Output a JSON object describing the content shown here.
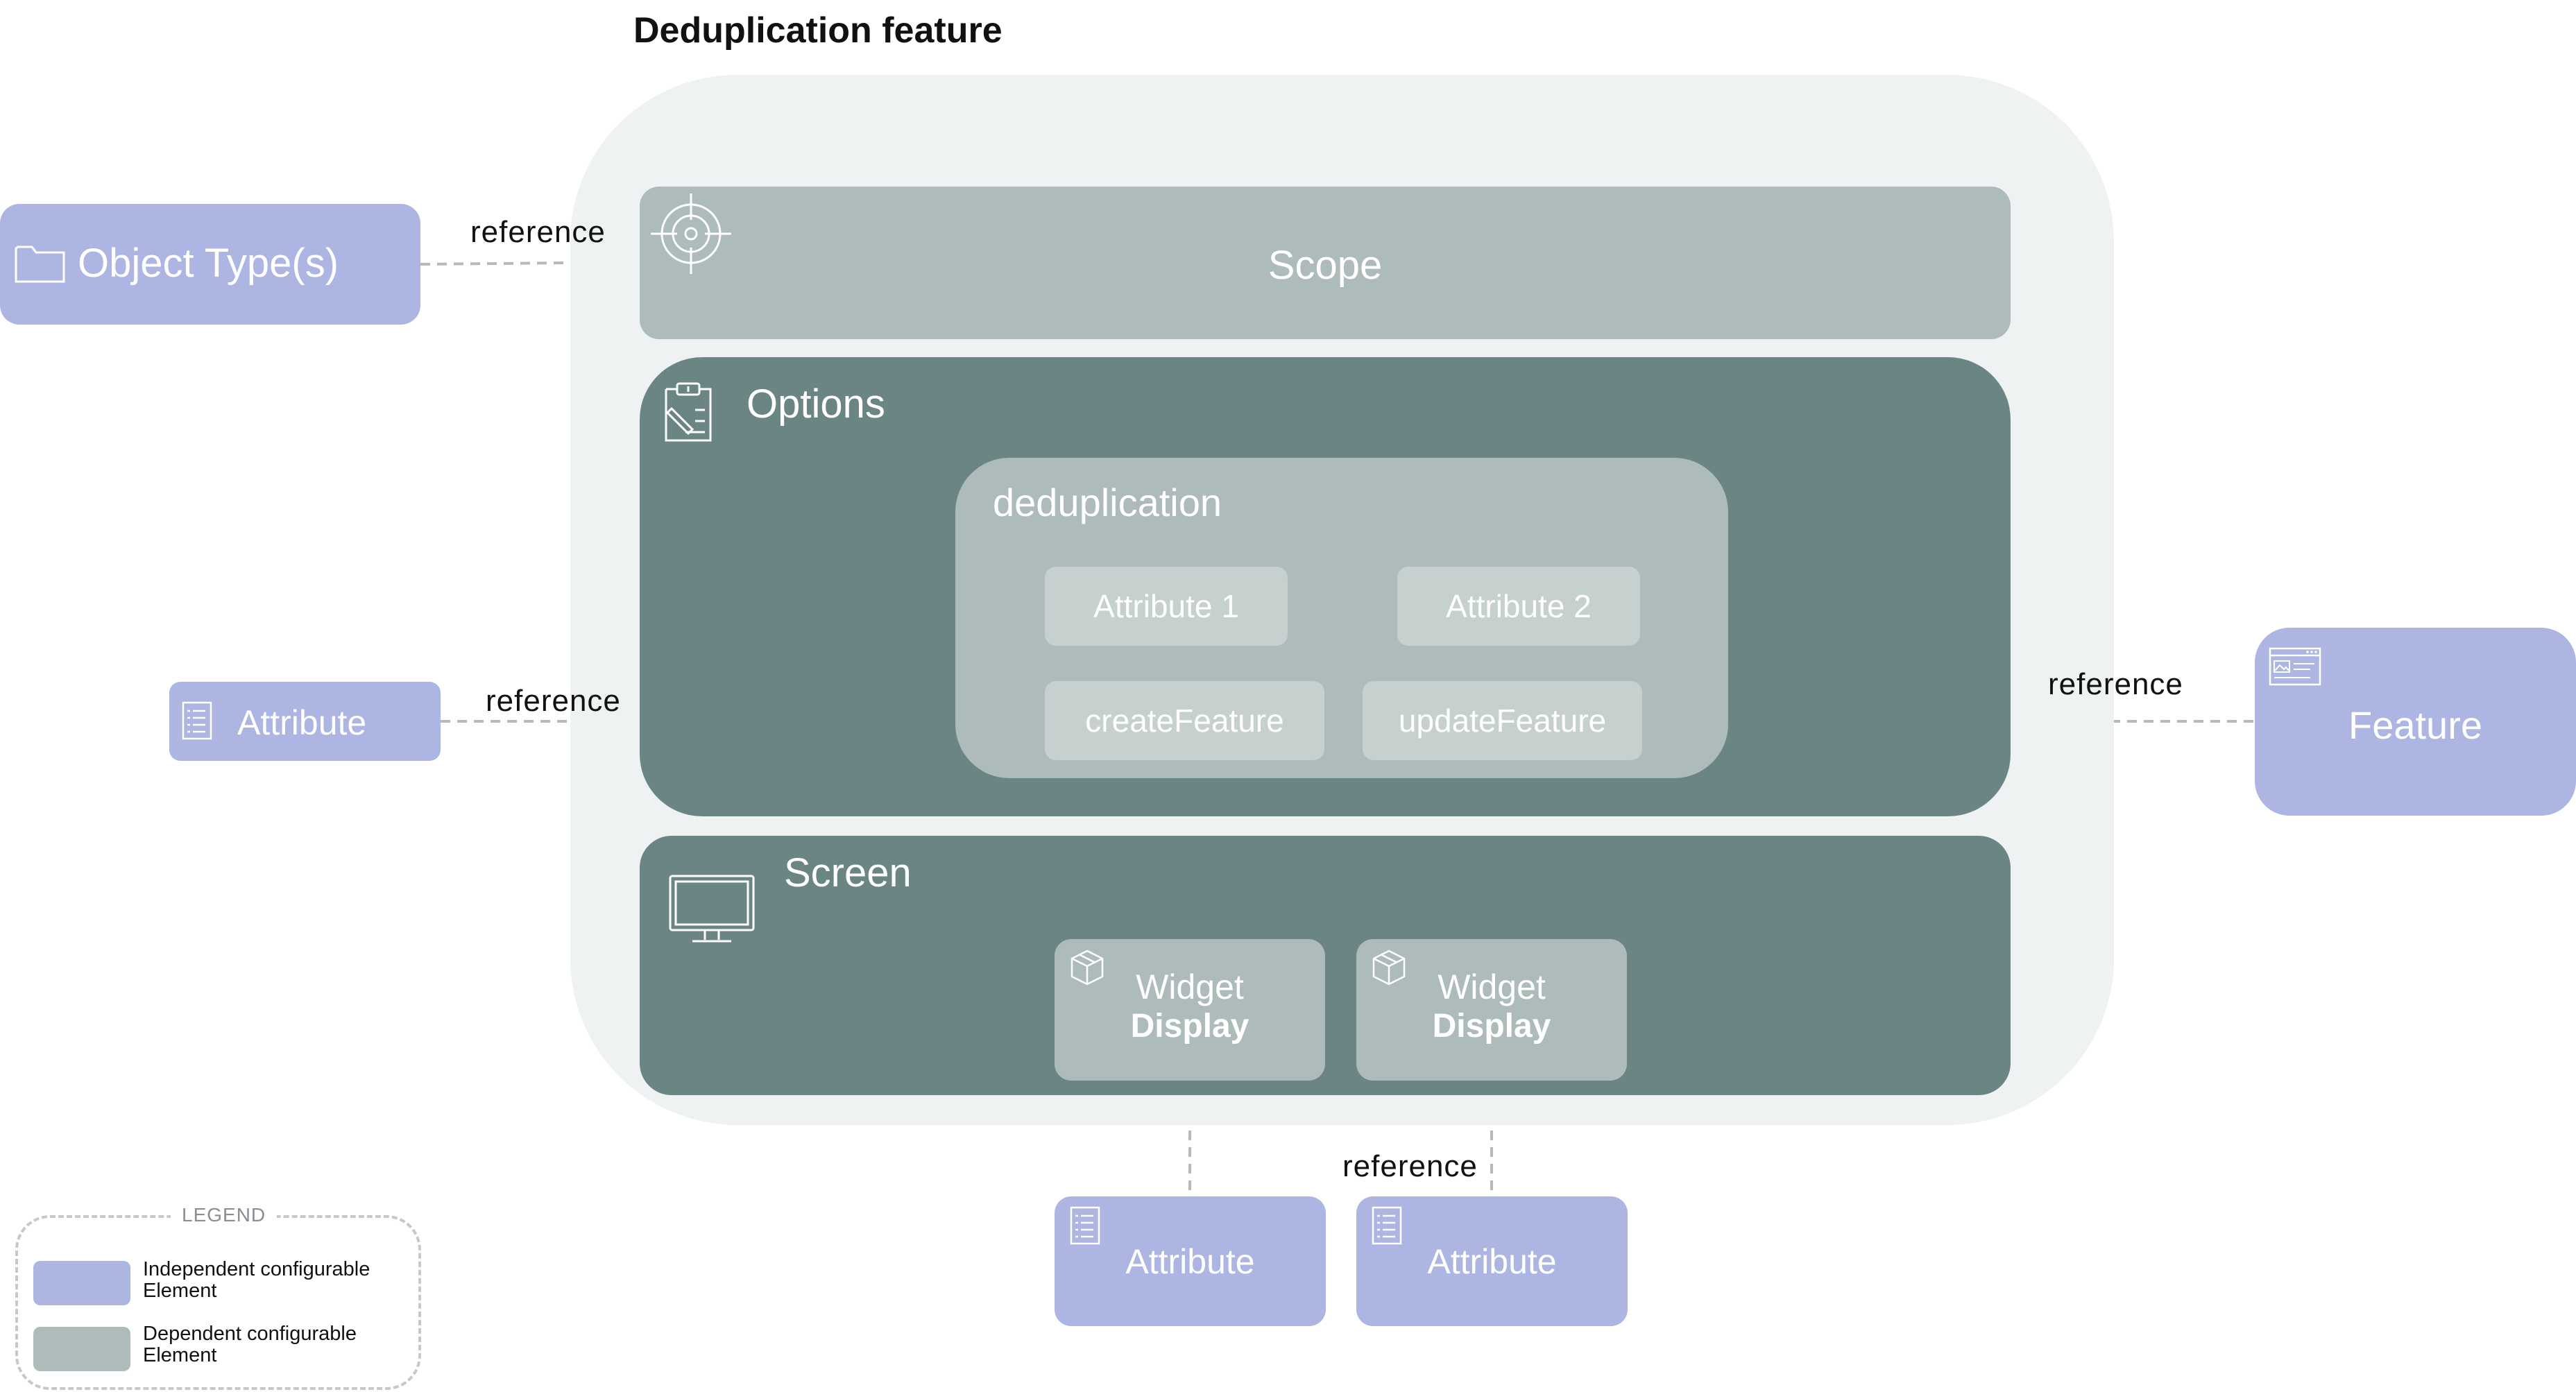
{
  "title": "Deduplication feature",
  "colors": {
    "independent": "#adb5e2",
    "dependent_light": "#adbbba",
    "dependent_dark": "#6b8584",
    "container": "#eff2f2",
    "connector": "#b5b9bc"
  },
  "left": {
    "object_types": {
      "label": "Object Type(s)",
      "icon": "folder-icon"
    },
    "attribute": {
      "label": "Attribute",
      "icon": "list-icon"
    }
  },
  "right": {
    "feature": {
      "label": "Feature",
      "icon": "browser-window-icon"
    }
  },
  "references": {
    "object_types": "reference",
    "attribute": "reference",
    "feature": "reference",
    "bottom": "reference"
  },
  "scope": {
    "label": "Scope",
    "icon": "target-icon"
  },
  "options": {
    "label": "Options",
    "icon": "clipboard-icon",
    "deduplication": {
      "label": "deduplication",
      "items": [
        "Attribute 1",
        "Attribute 2",
        "createFeature",
        "updateFeature"
      ]
    }
  },
  "screen": {
    "label": "Screen",
    "icon": "monitor-icon",
    "widgets": [
      {
        "title": "Widget",
        "subtitle": "Display",
        "icon": "box-icon"
      },
      {
        "title": "Widget",
        "subtitle": "Display",
        "icon": "box-icon"
      }
    ]
  },
  "bottom_attributes": [
    "Attribute",
    "Attribute"
  ],
  "legend": {
    "title": "LEGEND",
    "independent": "Independent configurable Element",
    "dependent": "Dependent configurable Element"
  }
}
